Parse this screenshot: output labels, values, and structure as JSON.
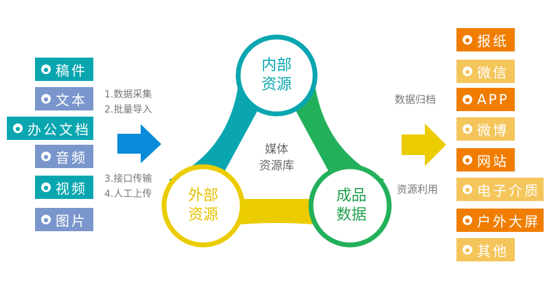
{
  "colors": {
    "teal": "#0aa6b0",
    "blue_gray": "#7a96cc",
    "blue_arrow": "#0a8ad8",
    "green": "#22b05a",
    "yellow": "#ebcc00",
    "orange": "#f07d00",
    "light_orange": "#f4c55a"
  },
  "inputs": [
    {
      "label": "稿件",
      "icon": "draft-icon"
    },
    {
      "label": "文本",
      "icon": "document-icon"
    },
    {
      "label": "办公文档",
      "icon": "office-doc-icon"
    },
    {
      "label": "音频",
      "icon": "headphones-icon"
    },
    {
      "label": "视频",
      "icon": "video-icon"
    },
    {
      "label": "图片",
      "icon": "image-icon"
    }
  ],
  "methods_top": [
    "1.数据采集",
    "2.批量导入"
  ],
  "methods_bottom": [
    "3.接口传输",
    "4.人工上传"
  ],
  "center": {
    "top": [
      "内部",
      "资源"
    ],
    "left": [
      "外部",
      "资源"
    ],
    "right": [
      "成品",
      "数据"
    ],
    "core": [
      "媒体",
      "资源库"
    ]
  },
  "right_labels": {
    "top": "数据归档",
    "bottom": "资源利用"
  },
  "outputs": [
    {
      "label": "报纸",
      "icon": "newspaper-icon"
    },
    {
      "label": "微信",
      "icon": "wechat-icon"
    },
    {
      "label": "APP",
      "icon": "phone-icon"
    },
    {
      "label": "微博",
      "icon": "weibo-icon"
    },
    {
      "label": "网站",
      "icon": "ie-icon"
    },
    {
      "label": "电子介质",
      "icon": "share-icon"
    },
    {
      "label": "户外大屏",
      "icon": "screen-icon"
    },
    {
      "label": "其他",
      "icon": "grid-icon"
    }
  ]
}
